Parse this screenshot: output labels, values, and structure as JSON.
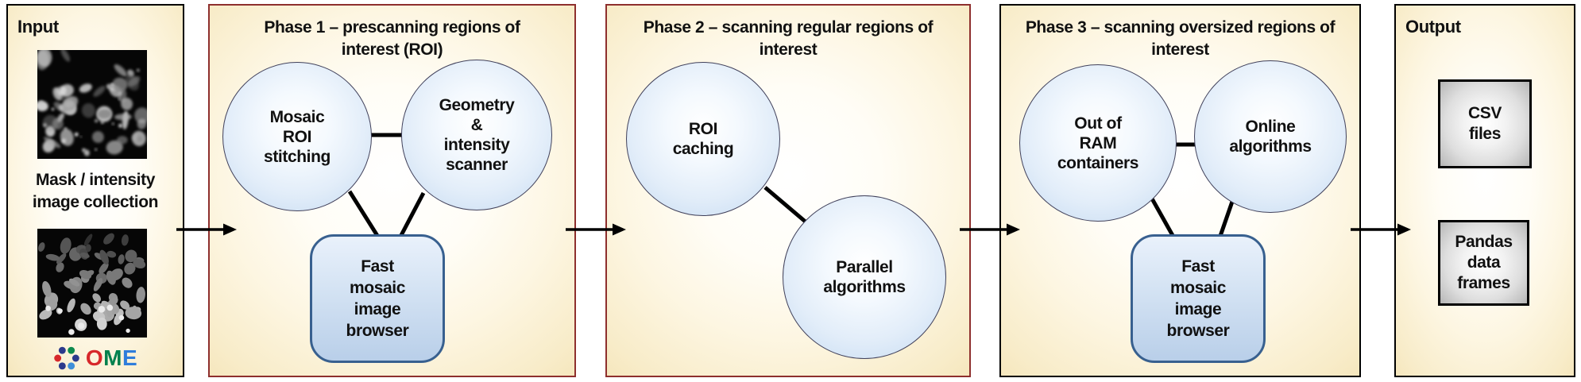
{
  "input": {
    "title": "Input",
    "caption": "Mask / intensity\nimage collection",
    "images": {
      "intensity_icon": "fluorescence-microscopy-cells-image",
      "mask_icon": "segmentation-mask-blobs-image"
    },
    "ome": {
      "letters": [
        {
          "ch": "O",
          "color": "#d7282a"
        },
        {
          "ch": "M",
          "color": "#00814d"
        },
        {
          "ch": "E",
          "color": "#2f7ddb"
        }
      ],
      "dot_colors": [
        "#2c3a8c",
        "#0d8a4e",
        "#d7282a",
        "#2c3a8c",
        "#2c3a8c",
        "#3f8fd9"
      ]
    }
  },
  "phase1": {
    "title": "Phase 1 – prescanning regions of\ninterest (ROI)",
    "circle1": "Mosaic\nROI\nstitching",
    "circle2": "Geometry\n&\nintensity\nscanner",
    "box": "Fast\nmosaic\nimage\nbrowser"
  },
  "phase2": {
    "title": "Phase 2 – scanning regular regions of\ninterest",
    "circle1": "ROI\ncaching",
    "circle2": "Parallel\nalgorithms"
  },
  "phase3": {
    "title": "Phase 3 – scanning oversized regions of\ninterest",
    "circle1": "Out of\nRAM\ncontainers",
    "circle2": "Online\nalgorithms",
    "box": "Fast\nmosaic\nimage\nbrowser"
  },
  "output": {
    "title": "Output",
    "box1": "CSV\nfiles",
    "box2": "Pandas\ndata\nframes"
  },
  "flow": {
    "arrow_icon": "right-arrow-icon",
    "arrow_count": 4
  },
  "colors": {
    "phase_panel_border": "#8e2f2d",
    "dark_panel_border": "#000000",
    "panel_fill_edge": "#f3e1b0",
    "circle_fill_edge": "#c4d9f0",
    "node_box_border": "#38608f",
    "gray_box_fill_edge": "#b3b3b3",
    "arrow": "#000000",
    "text": "#111111"
  }
}
